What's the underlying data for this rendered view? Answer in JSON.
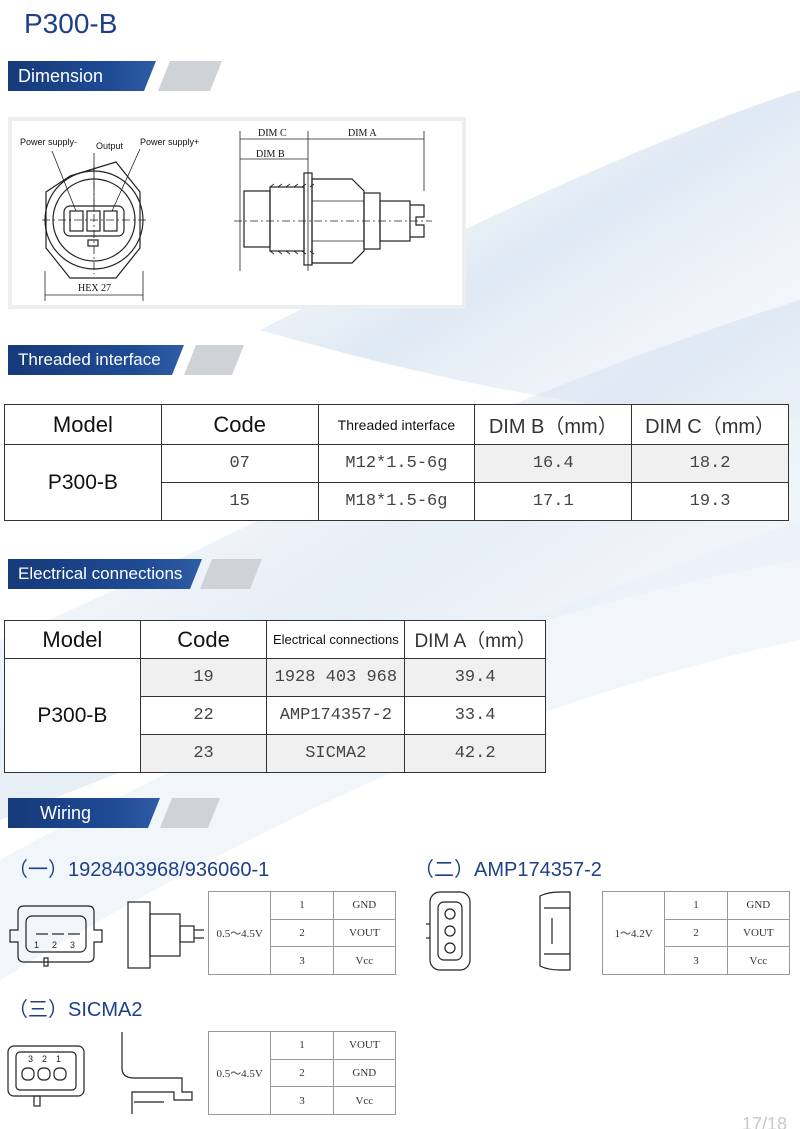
{
  "page_title": "P300-B",
  "sections": {
    "dimension": "Dimension",
    "threaded": "Threaded interface",
    "electrical": "Electrical connections",
    "wiring": "Wiring"
  },
  "drawing": {
    "labels": {
      "power_minus": "Power supply-",
      "output": "Output",
      "power_plus": "Power supply+",
      "hex": "HEX 27",
      "dim_a": "DIM A",
      "dim_b": "DIM B",
      "dim_c": "DIM C"
    }
  },
  "threaded_table": {
    "headers": [
      "Model",
      "Code",
      "Threaded interface",
      "DIM B（mm）",
      "DIM C（mm）"
    ],
    "model": "P300-B",
    "rows": [
      {
        "code": "07",
        "thread": "M12*1.5-6g",
        "dim_b": "16.4",
        "dim_c": "18.2"
      },
      {
        "code": "15",
        "thread": "M18*1.5-6g",
        "dim_b": "17.1",
        "dim_c": "19.3"
      }
    ]
  },
  "electrical_table": {
    "headers": [
      "Model",
      "Code",
      "Electrical connections",
      "DIM A（mm）"
    ],
    "model": "P300-B",
    "rows": [
      {
        "code": "19",
        "conn": "1928 403 968",
        "dim_a": "39.4"
      },
      {
        "code": "22",
        "conn": "AMP174357-2",
        "dim_a": "33.4"
      },
      {
        "code": "23",
        "conn": "SICMA2",
        "dim_a": "42.2"
      }
    ]
  },
  "wiring": [
    {
      "title": "（一）1928403968/936060-1",
      "range": "0.5～4.5V",
      "pins": [
        {
          "n": "1",
          "sig": "GND"
        },
        {
          "n": "2",
          "sig": "VOUT"
        },
        {
          "n": "3",
          "sig": "Vcc"
        }
      ],
      "connector_pins": [
        "1",
        "2",
        "3"
      ]
    },
    {
      "title": "（二）AMP174357-2",
      "range": "1～4.2V",
      "pins": [
        {
          "n": "1",
          "sig": "GND"
        },
        {
          "n": "2",
          "sig": "VOUT"
        },
        {
          "n": "3",
          "sig": "Vcc"
        }
      ],
      "connector_pins": []
    },
    {
      "title": "（三）SICMA2",
      "range": "0.5～4.5V",
      "pins": [
        {
          "n": "1",
          "sig": "VOUT"
        },
        {
          "n": "2",
          "sig": "GND"
        },
        {
          "n": "3",
          "sig": "Vcc"
        }
      ],
      "connector_pins": [
        "3",
        "2",
        "1"
      ]
    }
  ],
  "page_number": "17/18",
  "colors": {
    "brand_blue": "#1f3f8a",
    "banner_blue": "#1f4b95",
    "banner_grey": "#cfd2d6"
  }
}
